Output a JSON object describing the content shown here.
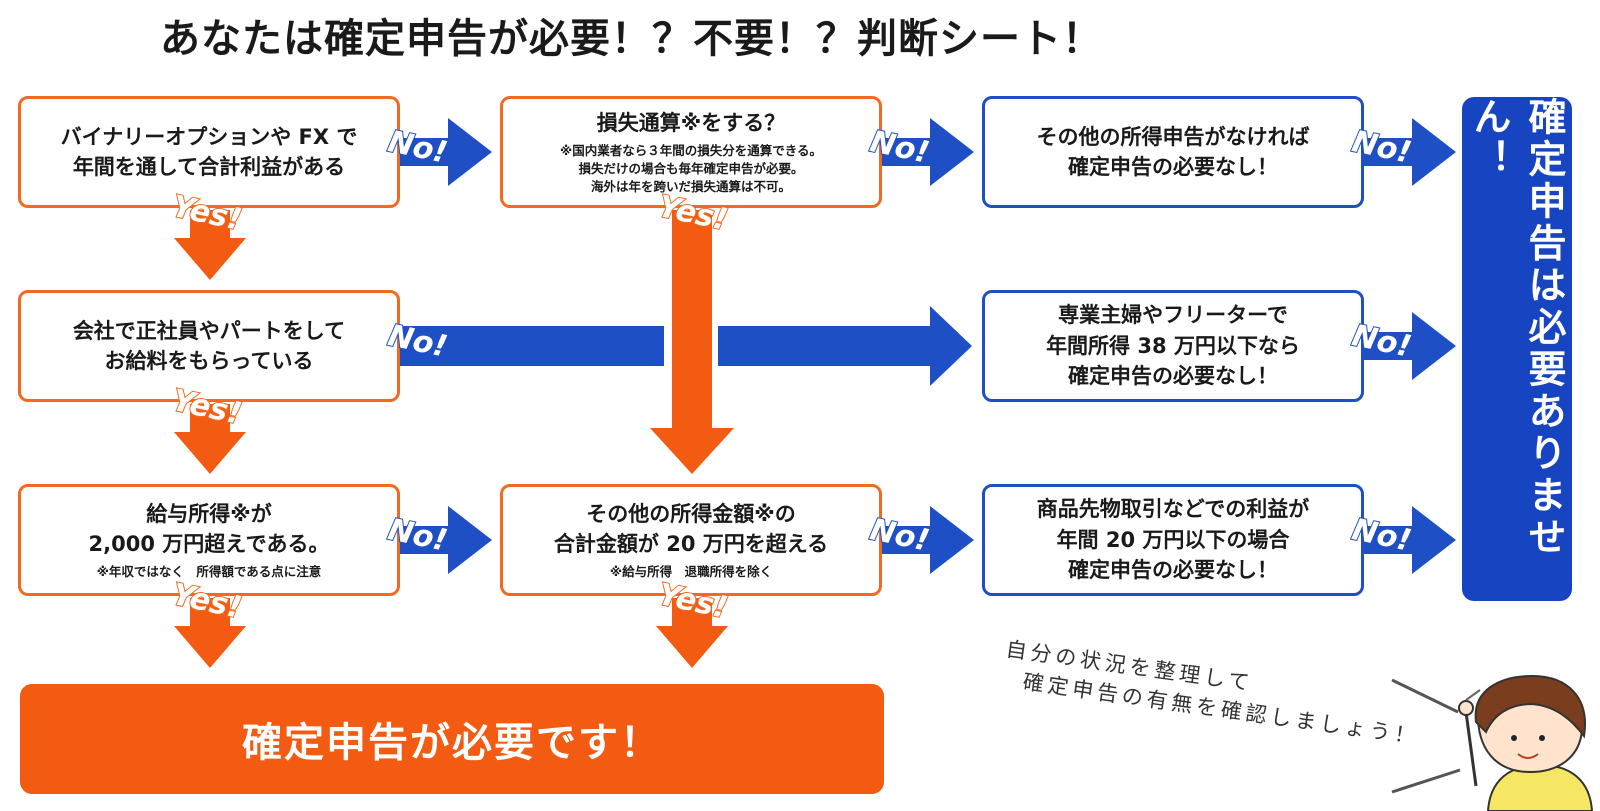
{
  "title": "あなたは確定申告が必要！？不要！？判断シート！",
  "colors": {
    "orange": "#f26a21",
    "blue": "#1f4fc4",
    "orange_fill": "#f35a12",
    "blue_fill": "#1744c0"
  },
  "boxes": {
    "q1": "バイナリーオプションや FX で\n年間を通して合計利益がある",
    "q2": "会社で正社員やパートをして\nお給料をもらっている",
    "q3": {
      "main": "給与所得※が\n2,000 万円超えである。",
      "note": "※年収ではなく　所得額である点に注意"
    },
    "q4": {
      "main": "損失通算※をする？",
      "note": "※国内業者なら３年間の損失分を通算できる。\n損失だけの場合も毎年確定申告が必要。\n海外は年を跨いだ損失通算は不可。"
    },
    "q5": {
      "main": "その他の所得金額※の\n合計金額が 20 万円を超える",
      "note": "※給与所得　退職所得を除く"
    },
    "r1": "その他の所得申告がなければ\n確定申告の必要なし！",
    "r2": "専業主婦やフリーターで\n年間所得 38 万円以下なら\n確定申告の必要なし！",
    "r3": "商品先物取引などでの利益が\n年間 20 万円以下の場合\n確定申告の必要なし！"
  },
  "labels": {
    "yes": "Yes!",
    "no": "No!"
  },
  "result_required": "確定申告が必要です！",
  "result_not_required": "確定申告は必要ありません！",
  "footer_note": "自分の状況を整理して\n  確定申告の有無を確認しましょう！"
}
